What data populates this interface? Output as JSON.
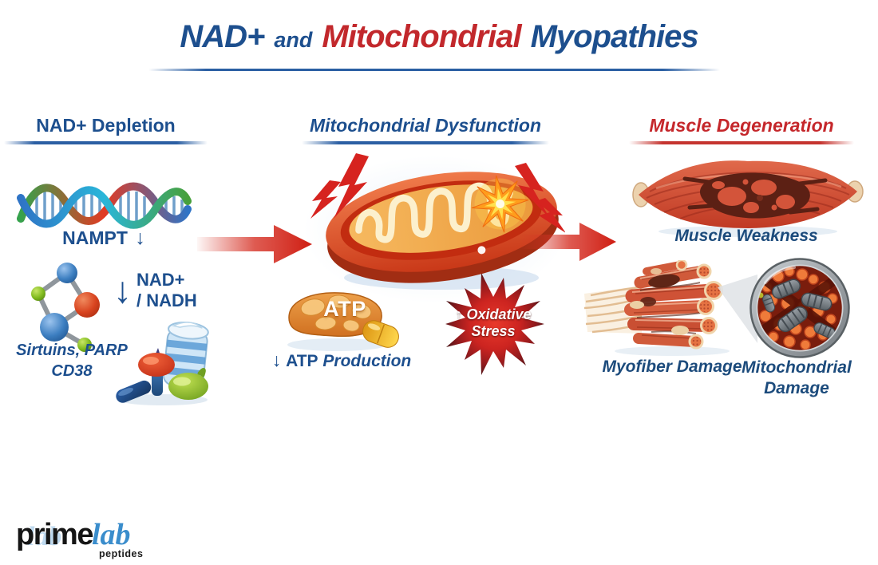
{
  "title": {
    "nad": "NAD+",
    "and": "and",
    "mitochondrial": "Mitochondrial",
    "myopathies": "Myopathies"
  },
  "col1": {
    "header": "NAD+ Depletion",
    "nampt": "NAMPT",
    "nampt_arrow": "↓",
    "nad_arrow": "↓",
    "nad_line1": "NAD+",
    "nad_line2": "/ NADH",
    "sirtuins_line1": "Sirtuins, PARP",
    "sirtuins_line2": "CD38"
  },
  "col2": {
    "header": "Mitochondrial Dysfunction",
    "atp_badge": "ATP",
    "atp_arrow": "↓",
    "atp_word": "ATP",
    "production_word": "Production",
    "oxidative_arrow": "↑",
    "oxidative_line1": "Oxidative",
    "oxidative_line2": "Stress"
  },
  "col3": {
    "header": "Muscle Degeneration",
    "muscle_weakness": "Muscle Weakness",
    "myofiber_damage": "Myofiber Damage",
    "mito_damage_line1": "Mitochondrial",
    "mito_damage_line2": "Damage"
  },
  "logo": {
    "prime": "prime",
    "lab": "lab",
    "lab_echo": "lab",
    "peptides": "peptides"
  },
  "colors": {
    "heading_blue": "#1d4f8e",
    "heading_red": "#c5272b",
    "underline_blue": "#2b5fa3",
    "underline_red": "#c5342f",
    "arrow_red": "#d52b1e",
    "label_navy": "#1c4b7c",
    "logo_blue": "#3a8dcc",
    "burst_red": "#cc2420",
    "background": "#ffffff"
  },
  "icons": {
    "dna": "dna-helix-icon",
    "molecule": "nad-molecule-icon",
    "enzymes": "enzyme-shapes-icon",
    "mitochondrion": "damaged-mitochondrion-icon",
    "atp": "atp-capsule-icon",
    "burst": "oxidative-stress-starburst-icon",
    "muscle": "damaged-muscle-icon",
    "myofibers": "myofiber-bundle-icon",
    "lens": "mitochondrial-damage-lens-icon",
    "flow_arrow": "red-right-arrow-icon"
  }
}
